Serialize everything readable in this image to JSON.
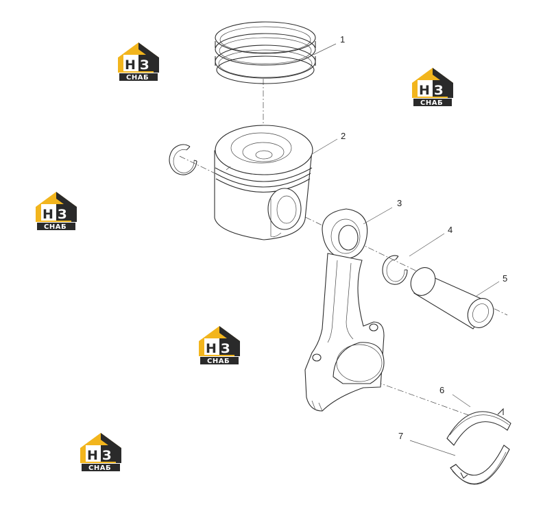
{
  "callouts": [
    {
      "id": "1",
      "label": "1"
    },
    {
      "id": "2",
      "label": "2"
    },
    {
      "id": "3",
      "label": "3"
    },
    {
      "id": "4",
      "label": "4"
    },
    {
      "id": "5",
      "label": "5"
    },
    {
      "id": "6",
      "label": "6"
    },
    {
      "id": "7",
      "label": "7"
    }
  ],
  "watermark": {
    "letters_left": "Н",
    "letters_right": "З",
    "word": "СНАБ",
    "colors": {
      "roof": "#f2b51d",
      "dark": "#2a2a2a",
      "light": "#ffffff"
    }
  }
}
